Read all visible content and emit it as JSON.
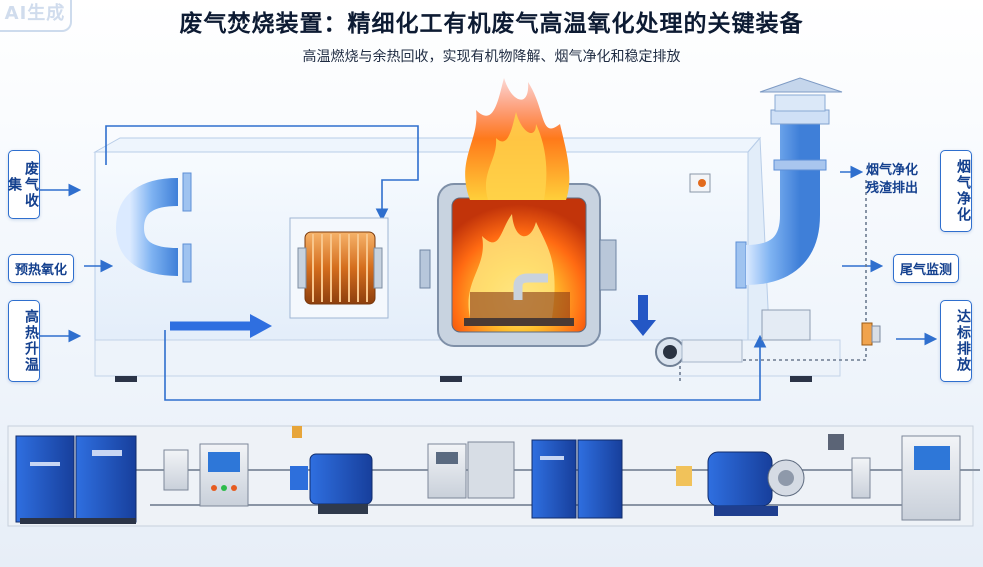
{
  "header": {
    "watermark": "AI生成",
    "title": "废气焚烧装置：精细化工有机废气高温氧化处理的关键装备",
    "subtitle": "高温燃烧与余热回收，实现有机物降解、烟气净化和稳定排放"
  },
  "left_labels": {
    "collect": "废气收集",
    "preheat": "预热氧化",
    "heat": "高热升温"
  },
  "right_labels": {
    "purify_discharge": "烟气净化残渣排出",
    "purify_line1": "烟气净化",
    "purify_line2": "残渣排出",
    "flue_purify": "烟气净化",
    "tail_monitor": "尾气监测",
    "discharge_ok": "达标排放"
  },
  "colors": {
    "accent": "#2f6fce",
    "pipe": "#6ea7ee",
    "flame": "#ff7a1a",
    "equipment_blue": "#2457c5"
  }
}
